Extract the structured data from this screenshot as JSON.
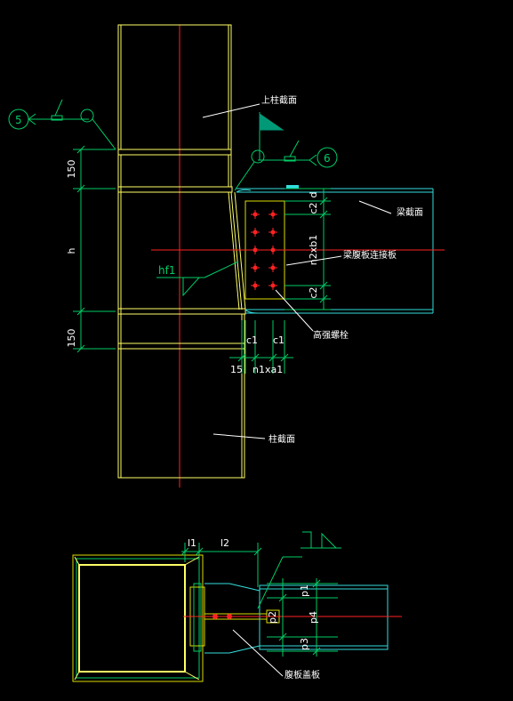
{
  "colors": {
    "background": "#000000",
    "column": "#ffff66",
    "steel_yellow": "#dddd00",
    "beam": "#33dddd",
    "dimension": "#00cc66",
    "centerline": "#ff2222",
    "bolt": "#ff2222",
    "text": "#ffffff",
    "flag": "#009977"
  },
  "labels": {
    "upper_column_section": "上柱截面",
    "beam_section": "梁截面",
    "web_connection_plate": "梁腹板连接板",
    "high_strength_bolt": "高强螺栓",
    "column_section": "柱截面",
    "web_cover_plate": "腹板盖板"
  },
  "dimensions": {
    "d150_top": "150",
    "h": "h",
    "d150_bottom": "150",
    "c1_left": "c1",
    "c1_right": "c1",
    "gap_15": "15",
    "n1xa1": "n1xa1",
    "c2_top": "c2",
    "d": "d",
    "n2xb1": "n2xb1",
    "c2_bottom": "c2",
    "l1": "l1",
    "l2": "l2",
    "p1": "p1",
    "p2": "p2",
    "p3": "p3",
    "p4": "p4"
  },
  "weld_symbols": {
    "left_ref": "5",
    "right_ref": "6",
    "hf1": "hf1"
  }
}
